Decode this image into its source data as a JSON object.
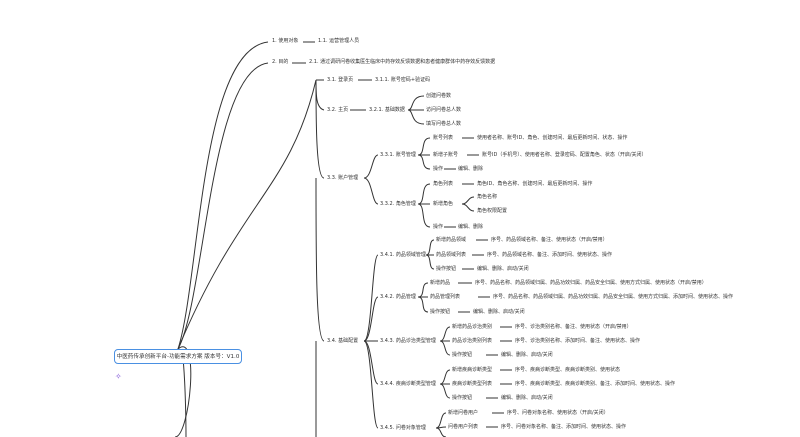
{
  "root": {
    "label": "中医药传承创新平台-功能需求方案 版本号：V1.0",
    "icon": "sparkle-icon"
  },
  "colors": {
    "line": "#333333",
    "root_border": "#4a90e2",
    "icon": "#7b4fd6"
  },
  "nodes": {
    "n1": "1. 使用对象",
    "n1_1": "1.1. 运营管理人员",
    "n2": "2. 目的",
    "n2_1": "2.1. 通过调研问卷收集医生临床中药存效反馈数据和患者健康群体中药存效反馈数据",
    "n3_1": "3.1. 登录页",
    "n3_1_1": "3.1.1. 账号密码+验证码",
    "n3_2": "3.2. 主页",
    "n3_2_1": "3.2.1. 基础数据",
    "n3_2_1_a": "创建问卷数",
    "n3_2_1_b": "访问问卷总人数",
    "n3_2_1_c": "填写问卷总人数",
    "n3_3": "3.3. 账户管理",
    "n3_3_1": "3.3.1. 账号管理",
    "n3_3_1_a": "账号列表",
    "n3_3_1_a1": "使用者名称、账号ID、角色、创建时间、最后更新时间、状态、操作",
    "n3_3_1_b": "新增子账号",
    "n3_3_1_b1": "账号ID（手机号）、使用者名称、登录密码、配置角色、状态（开启/关闭）",
    "n3_3_1_c": "操作",
    "n3_3_1_c1": "编辑、删除",
    "n3_3_2": "3.3.2. 角色管理",
    "n3_3_2_a": "角色列表",
    "n3_3_2_a1": "角色ID、角色名称、创建时间、最后更新时间、操作",
    "n3_3_2_b": "新增角色",
    "n3_3_2_b1": "角色名称",
    "n3_3_2_b2": "角色权限配置",
    "n3_3_2_c": "操作",
    "n3_3_2_c1": "编辑、删除",
    "n3_4": "3.4. 基础配置",
    "n3_4_1": "3.4.1. 药品领域管理",
    "n3_4_1_a": "新增药品领域",
    "n3_4_1_a1": "序号、药品领域名称、备注、使用状态（开启/禁用）",
    "n3_4_1_b": "药品领域列表",
    "n3_4_1_b1": "序号、药品领域名称、备注、添加时间、使用状态、操作",
    "n3_4_1_c": "操作按钮",
    "n3_4_1_c1": "编辑、删除、启动/关闭",
    "n3_4_2": "3.4.2. 药品管理",
    "n3_4_2_a": "新增药品",
    "n3_4_2_a1": "序号、药品名称、药品领域归属、药品功效归属、药品安全归属、使用方式归属、使用状态（开启/禁用）",
    "n3_4_2_b": "药品管理列表",
    "n3_4_2_b1": "序号、药品名称、药品领域归属、药品功效归属、药品安全归属、使用方式归属、添加时间、使用状态、操作",
    "n3_4_2_c": "操作按钮",
    "n3_4_2_c1": "编辑、删除、启动/关闭",
    "n3_4_3": "3.4.3. 药品诊治类型管理",
    "n3_4_3_a": "新增药品诊治类别",
    "n3_4_3_a1": "序号、诊治类别名称、备注、使用状态（开启/禁用）",
    "n3_4_3_b": "药品诊治类别列表",
    "n3_4_3_b1": "序号、诊治类别名称、添加时间、备注、使用状态、操作",
    "n3_4_3_c": "操作按钮",
    "n3_4_3_c1": "编辑、删除、启动/关闭",
    "n3_4_4": "3.4.4. 疾病诊断类型管理",
    "n3_4_4_a": "新增疾病诊断类型",
    "n3_4_4_a1": "序号、疾病诊断类型、疾病诊断类别、使用状态",
    "n3_4_4_b": "疾病诊断类型列表",
    "n3_4_4_b1": "序号、疾病诊断类型、疾病诊断类别、备注、添加时间、使用状态、操作",
    "n3_4_4_c": "操作按钮",
    "n3_4_4_c1": "编辑、删除、启动/关闭",
    "n3_4_5": "3.4.5. 问卷对象管理",
    "n3_4_5_a": "新增问卷用户",
    "n3_4_5_a1": "序号、问卷对象名称、使用状态（开启/关闭）",
    "n3_4_5_b": "问卷用户列表",
    "n3_4_5_b1": "序号、问卷对象名称、备注、添加时间、使用状态、操作"
  }
}
